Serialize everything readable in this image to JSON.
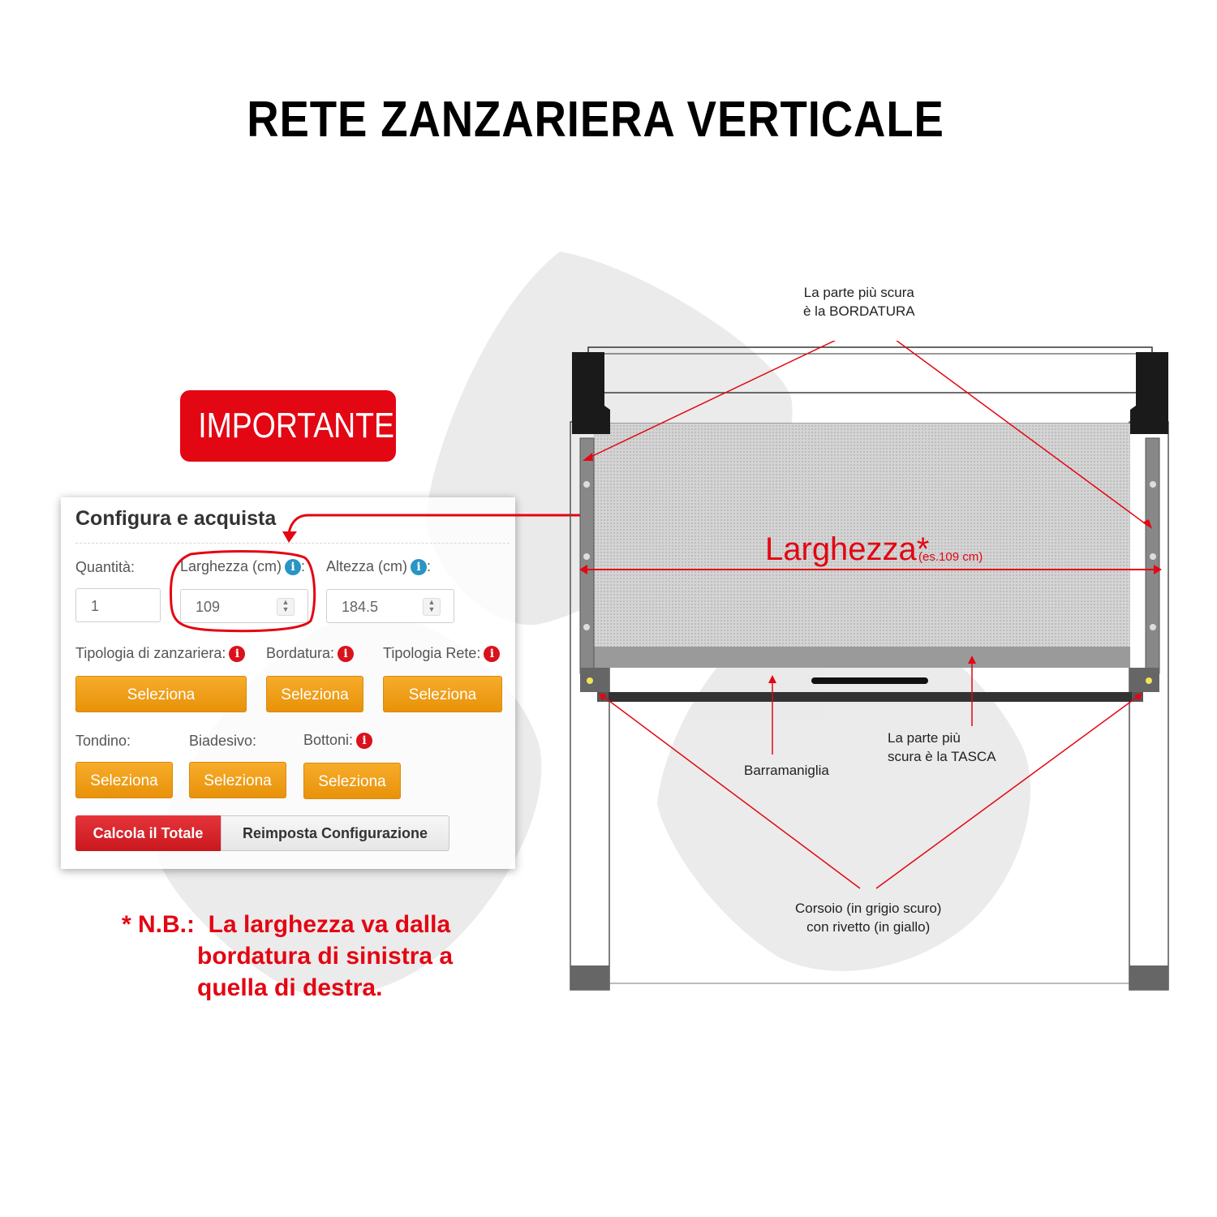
{
  "title": "RETE ZANZARIERA VERTICALE",
  "badge": "IMPORTANTE!",
  "panel": {
    "title": "Configura e acquista",
    "quantity_label": "Quantità:",
    "quantity_value": "1",
    "width_label": "Larghezza (cm)",
    "width_value": "109",
    "height_label": "Altezza (cm)",
    "height_value": "184.5",
    "colon": ":",
    "type_label": "Tipologia di zanzariera:",
    "border_label": "Bordatura:",
    "net_label": "Tipologia Rete:",
    "rod_label": "Tondino:",
    "tape_label": "Biadesivo:",
    "buttons_label": "Bottoni:",
    "select_label": "Seleziona",
    "calc_button": "Calcola il Totale",
    "reset_button": "Reimposta Configurazione",
    "info_icon": "i"
  },
  "note": {
    "line1": "* N.B.:  La larghezza va dalla",
    "line2": "bordatura di sinistra a",
    "line3": "quella di destra."
  },
  "diagram": {
    "border_note_1": "La parte più scura",
    "border_note_2": "è la BORDATURA",
    "width_label": "Larghezza*",
    "width_example": "(es.109 cm)",
    "handle_bar": "Barramaniglia",
    "pocket_note_1": "La parte più",
    "pocket_note_2": "scura è la TASCA",
    "slider_note_1": "Corsoio (in grigio scuro)",
    "slider_note_2": "con rivetto (in giallo)"
  },
  "colors": {
    "accent_red": "#e30613",
    "button_orange": "#f0a01a",
    "info_blue": "#2a94c4"
  }
}
